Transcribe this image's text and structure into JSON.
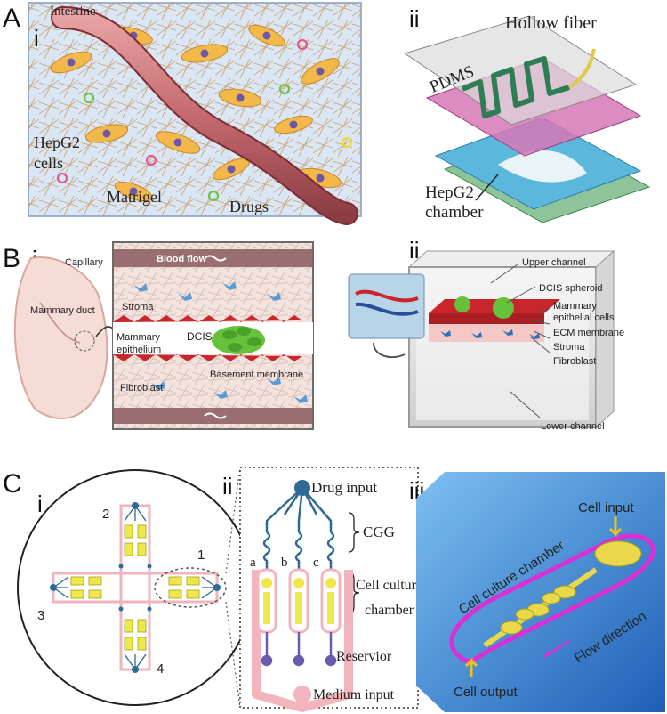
{
  "panels": {
    "A": {
      "letter": "A",
      "i": {
        "numeral": "i",
        "labels": {
          "intestine": "Intestine",
          "hepg2_line1": "HepG2",
          "hepg2_line2": "cells",
          "matrigel": "Matrigel",
          "drugs": "Drugs"
        }
      },
      "ii": {
        "numeral": "ii",
        "labels": {
          "hollow_fiber": "Hollow fiber",
          "pdms": "PDMS",
          "chamber_line1": "HepG2",
          "chamber_line2": "chamber"
        }
      }
    },
    "B": {
      "letter": "B",
      "i": {
        "numeral": "i",
        "labels": {
          "capillary": "Capillary",
          "blood_flow": "Blood flow",
          "stroma": "Stroma",
          "mammary_duct": "Mammary duct",
          "mammary_epithelium_line1": "Mammary",
          "mammary_epithelium_line2": "epithelium",
          "dcis": "DCIS",
          "fibroblast": "Fibroblast",
          "basement_membrane": "Basement membrane"
        }
      },
      "ii": {
        "numeral": "ii",
        "labels": {
          "upper_channel": "Upper channel",
          "dcis_spheroid": "DCIS spheroid",
          "mammary_epithelial_line1": "Mammary",
          "mammary_epithelial_line2": "epithelial cells",
          "ecm_membrane": "ECM membrane",
          "stroma": "Stroma",
          "fibroblast": "Fibroblast",
          "lower_channel": "Lower channel"
        }
      }
    },
    "C": {
      "letter": "C",
      "i": {
        "numeral": "i",
        "numbers": [
          "1",
          "2",
          "3",
          "4"
        ]
      },
      "ii": {
        "numeral": "ii",
        "labels": {
          "drug_input": "Drug input",
          "cgg": "CGG",
          "a": "a",
          "b": "b",
          "c": "c",
          "cell_culture_line1": "Cell culture",
          "cell_culture_line2": "chamber",
          "reservoir": "Reservior",
          "medium_input": "Medium input"
        }
      },
      "iii": {
        "numeral": "iii",
        "labels": {
          "cell_input": "Cell input",
          "cell_culture_chamber": "Cell culture chamber",
          "flow_direction": "Flow direction",
          "cell_output": "Cell output"
        }
      }
    }
  },
  "colors": {
    "panelA_bg": "#dbe6f5",
    "intestine_tube": "#c46a6e",
    "hepg2_cell": "#f2b84a",
    "cell_nucleus": "#6f56a8",
    "pdms_layer": "#d678b6",
    "chamber_layer": "#5bb8dc",
    "dcis_green": "#66c23a",
    "epithelium_red": "#c8262a",
    "chip_blue": "#2e6a94",
    "chip_pink": "#f3b5bd",
    "chamber_yellow": "#f0e84a",
    "iii_bg": "#3a8fd8",
    "iii_loop": "#d92fd3"
  }
}
